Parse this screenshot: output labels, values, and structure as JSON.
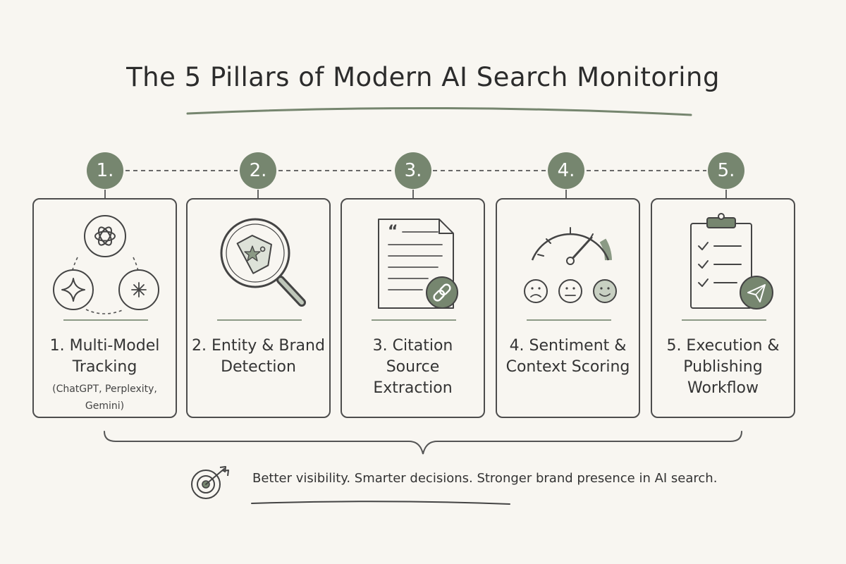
{
  "diagram": {
    "title": "The 5 Pillars of Modern AI Search Monitoring",
    "pillars": [
      {
        "number": "1.",
        "label": "1. Multi-Model Tracking",
        "note": "(ChatGPT, Perplexity, Gemini)"
      },
      {
        "number": "2.",
        "label": "2. Entity & Brand Detection"
      },
      {
        "number": "3.",
        "label": "3. Citation Source Extraction"
      },
      {
        "number": "4.",
        "label": "4. Sentiment & Context Scoring"
      },
      {
        "number": "5.",
        "label": "5. Execution & Publishing Workflow"
      }
    ],
    "footer": "Better visibility. Smarter decisions. Stronger brand presence in AI search."
  },
  "colors": {
    "background": "#f8f6f1",
    "accent": "#76866f",
    "line": "#4d4d4d"
  }
}
